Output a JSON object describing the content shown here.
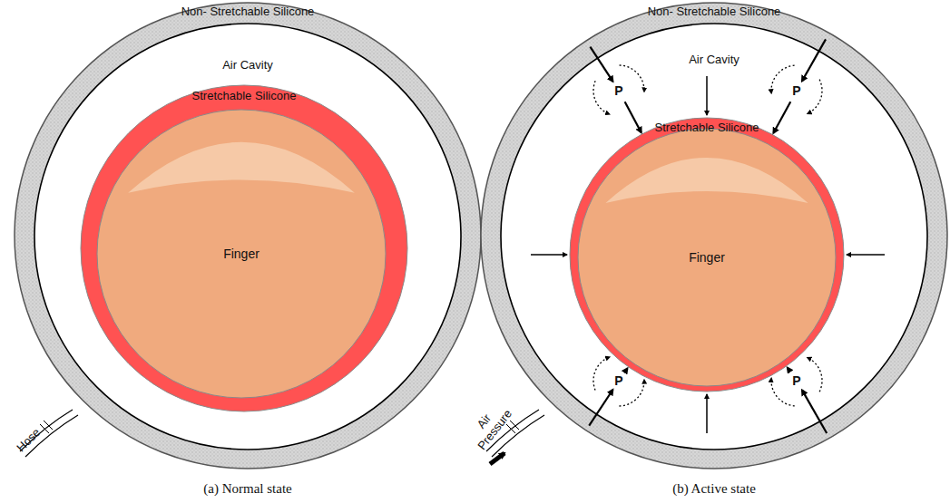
{
  "diagram": {
    "nodes": [
      {
        "text": [
          "Non- Stretchable Silicone"
        ]
      },
      {
        "text": [
          "Air Cavity"
        ],
        "in": 0
      },
      {
        "text": [
          "Stretchable Silicone"
        ],
        "in": 1
      },
      {
        "text": [
          "Finger"
        ],
        "in": 2
      },
      {
        "text": [
          "Non- Stretchable Silicone"
        ]
      },
      {
        "text": [
          "Air Cavity"
        ],
        "in": 4
      },
      {
        "text": [
          "Stretchable Silicone"
        ],
        "in": 5
      },
      {
        "text": [
          "Finger"
        ],
        "in": 6
      }
    ],
    "labels": [
      "Hose",
      "Air Pressure",
      "P",
      "P",
      "P",
      "P",
      "(a) Normal state",
      "(b) Active state"
    ]
  }
}
